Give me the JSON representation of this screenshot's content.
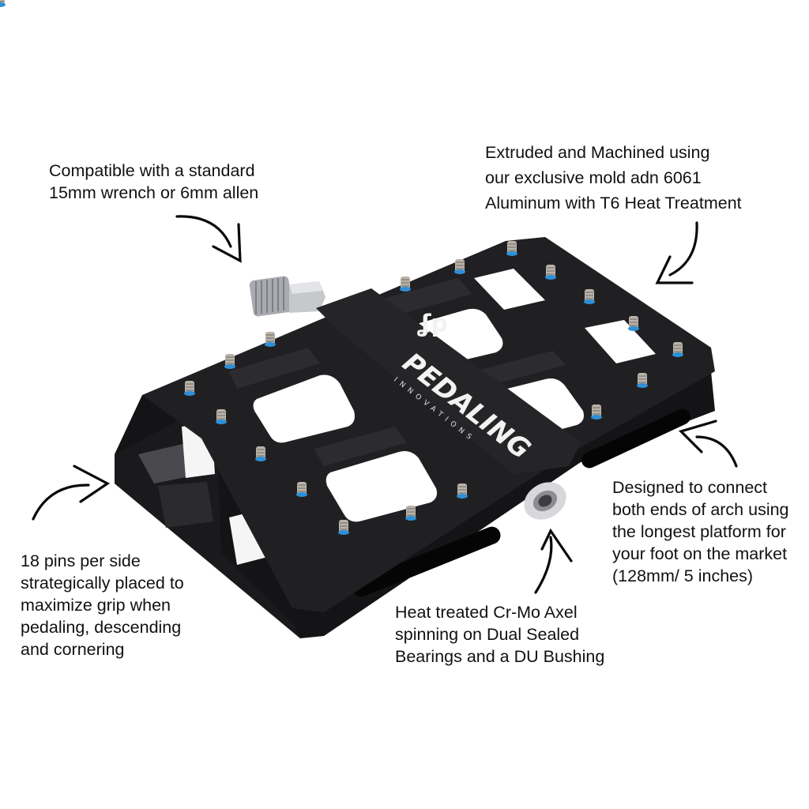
{
  "product": {
    "brand": "PEDALING",
    "brand_sub": "INNOVATIONS",
    "logo_mark": "jp-monogram",
    "colors": {
      "background": "#ffffff",
      "body": "#1c1c1e",
      "body_highlight": "#3a3a3d",
      "pin_metal": "#b9b3aa",
      "pin_threadlock": "#2f8fd6",
      "axle": "#c8c8cc",
      "text": "#111111",
      "arrow": "#0a0a0a"
    },
    "pin_count_visible": 18
  },
  "callouts": [
    {
      "id": "wrench",
      "lines": [
        "Compatible with a standard",
        "15mm wrench or 6mm allen"
      ],
      "arrow": "curved-arrow-down-right"
    },
    {
      "id": "material",
      "lines": [
        "Extruded and Machined using",
        "our exclusive mold adn 6061",
        "Aluminum with T6 Heat Treatment"
      ],
      "arrow": "curved-arrow-down-left"
    },
    {
      "id": "platform",
      "lines": [
        "Designed to connect",
        "both ends of arch using",
        "the longest platform for",
        "your foot on the market",
        "(128mm/ 5 inches)"
      ],
      "arrow": "curved-arrow-up-left"
    },
    {
      "id": "axle",
      "lines": [
        "Heat treated Cr-Mo Axel",
        "spinning on Dual Sealed",
        "Bearings and a DU Bushing"
      ],
      "arrow": "curved-arrow-up"
    },
    {
      "id": "pins",
      "lines": [
        "18 pins per side",
        "strategically placed to",
        "maximize grip when",
        "pedaling, descending",
        "and cornering"
      ],
      "arrow": "curved-arrow-right"
    }
  ]
}
